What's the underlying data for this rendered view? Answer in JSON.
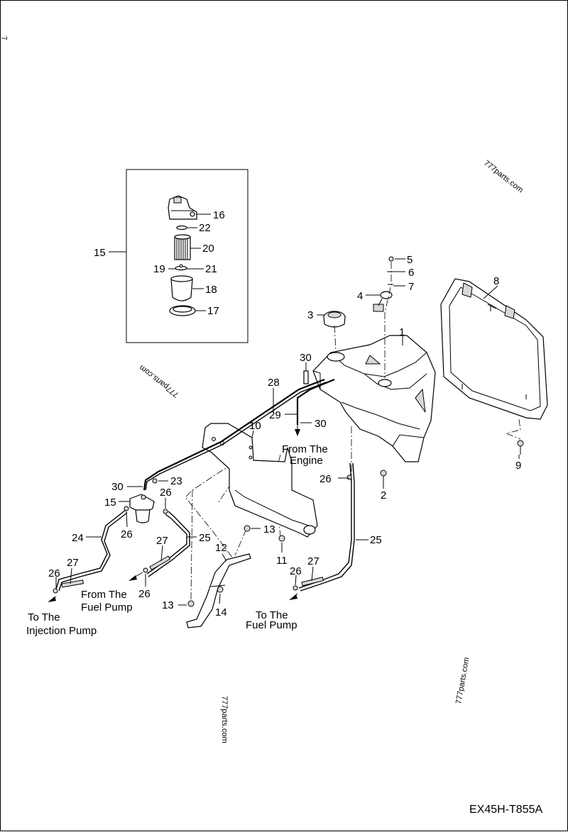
{
  "callouts": [
    "1",
    "2",
    "3",
    "4",
    "5",
    "6",
    "7",
    "8",
    "9",
    "10",
    "11",
    "12",
    "13",
    "13",
    "14",
    "15",
    "15",
    "16",
    "17",
    "18",
    "19",
    "20",
    "21",
    "22",
    "23",
    "24",
    "25",
    "25",
    "26",
    "26",
    "26",
    "26",
    "26",
    "27",
    "27",
    "27",
    "28",
    "29",
    "30",
    "30",
    "30"
  ],
  "captions": {
    "from_engine_1": "From The",
    "from_engine_2": "Engine",
    "from_fuel_pump_1": "From The",
    "from_fuel_pump_2": "Fuel Pump",
    "to_fuel_pump_1": "To The",
    "to_fuel_pump_2": "Fuel Pump",
    "to_injection_1": "To The",
    "to_injection_2": "Injection Pump"
  },
  "watermarks": [
    "777parts.com",
    "777parts.com",
    "777parts.com",
    "777parts.com"
  ],
  "corner_mark": "7",
  "drawing_code": "EX45H-T855A"
}
